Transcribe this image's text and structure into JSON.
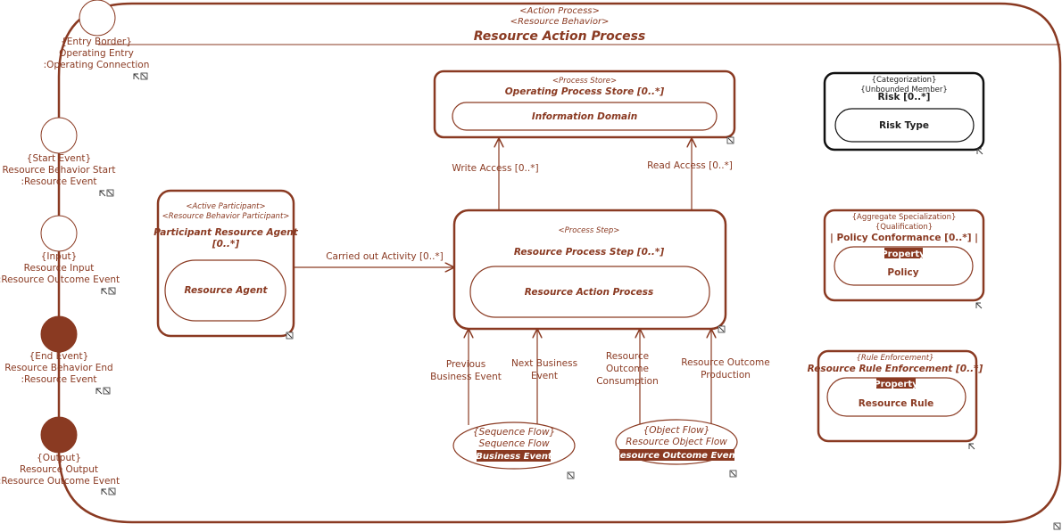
{
  "frame": {
    "stereotype1": "<Action Process>",
    "stereotype2": "<Resource Behavior>",
    "title": "Resource Action Process"
  },
  "ports": [
    {
      "stereo": "{Entry Border}",
      "name": "Operating Entry",
      "type": ":Operating Connection",
      "filled": false
    },
    {
      "stereo": "{Start Event}",
      "name": "Resource Behavior Start",
      "type": ":Resource Event",
      "filled": false
    },
    {
      "stereo": "{Input}",
      "name": "Resource Input",
      "type": ":Resource Outcome Event",
      "filled": false
    },
    {
      "stereo": "{End Event}",
      "name": "Resource Behavior End",
      "type": ":Resource Event",
      "filled": true
    },
    {
      "stereo": "{Output}",
      "name": "Resource Output",
      "type": ":Resource Outcome Event",
      "filled": true
    }
  ],
  "process_store": {
    "stereotype": "<Process Store>",
    "title": "Operating Process Store [0..*]",
    "inner": "Information Domain"
  },
  "participant": {
    "stereotype1": "<Active Participant>",
    "stereotype2": "<Resource Behavior Participant>",
    "title_line1": "Participant Resource Agent",
    "title_line2": "[0..*]",
    "inner": "Resource Agent"
  },
  "process_step": {
    "stereotype": "<Process Step>",
    "title": "Resource Process Step [0..*]",
    "inner": "Resource Action Process"
  },
  "connectors": {
    "write_access": "Write Access [0..*]",
    "read_access": "Read Access [0..*]",
    "carried_out": "Carried out Activity [0..*]",
    "previous_event": [
      "Previous",
      "Business Event"
    ],
    "next_event": [
      "Next Business",
      "Event"
    ],
    "consumption": [
      "Resource",
      "Outcome",
      "Consumption"
    ],
    "production": [
      "Resource Outcome",
      "Production"
    ]
  },
  "sequence_flow": {
    "stereotype": "{Sequence Flow}",
    "name": "Sequence Flow",
    "type_tag": "[Business Event]"
  },
  "object_flow": {
    "stereotype": "{Object Flow}",
    "name": "Resource Object Flow",
    "type_tag": "[Resource Outcome Event]"
  },
  "risk": {
    "stereotype1": "{Categorization}",
    "stereotype2": "{Unbounded Member}",
    "title": "Risk [0..*]",
    "inner": "Risk Type"
  },
  "policy": {
    "stereotype1": "{Aggregate Specialization}",
    "stereotype2": "{Qualification}",
    "title": "| Policy Conformance [0..*] |",
    "tag": "Property",
    "inner": "Policy"
  },
  "rule": {
    "stereotype": "{Rule Enforcement}",
    "title": "Resource Rule Enforcement [0..*]",
    "tag": "Property",
    "inner": "Resource Rule"
  }
}
